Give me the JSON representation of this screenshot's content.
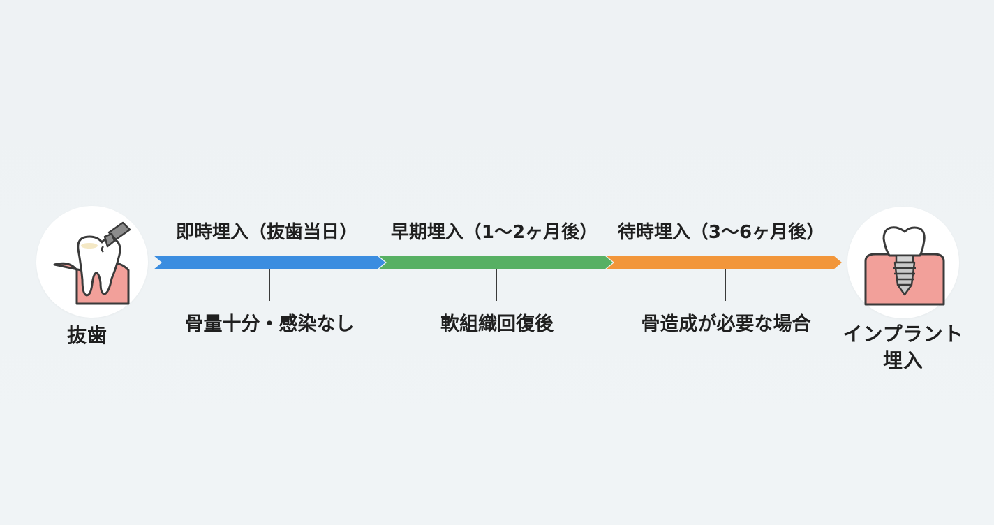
{
  "start": {
    "label": "抜歯",
    "icon": "tooth-extraction-icon"
  },
  "end": {
    "label_line1": "インプラント",
    "label_line2": "埋入",
    "icon": "dental-implant-icon"
  },
  "phases": [
    {
      "title": "即時埋入（抜歯当日）",
      "note": "骨量十分・感染なし",
      "color": "#3b8de0"
    },
    {
      "title": "早期埋入（1〜2ヶ月後）",
      "note": "軟組織回復後",
      "color": "#57b063"
    },
    {
      "title": "待時埋入（3〜6ヶ月後）",
      "note": "骨造成が必要な場合",
      "color": "#f2963a"
    }
  ]
}
